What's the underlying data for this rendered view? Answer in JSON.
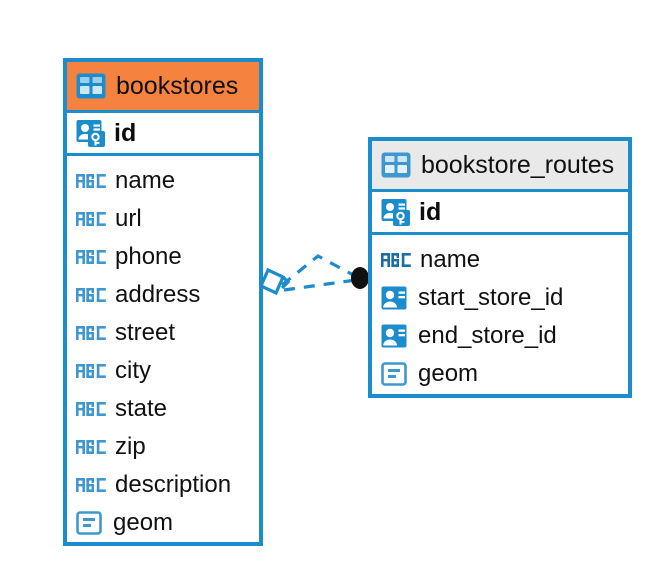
{
  "diagram": {
    "title": "bookstores / bookstore_routes entity relationship diagram",
    "background_color": "#ffffff",
    "accent_color": "#1b8ccc",
    "header_orange": "#f5833f",
    "header_grey": "#e9e9e9"
  },
  "entities": [
    {
      "id": "bookstores",
      "name": "bookstores",
      "header_style": "orange",
      "table_icon": "table-icon",
      "primary_key": {
        "name": "id",
        "icon": "primary-key-icon"
      },
      "fields": [
        {
          "name": "name",
          "icon": "abc-text-icon"
        },
        {
          "name": "url",
          "icon": "abc-text-icon"
        },
        {
          "name": "phone",
          "icon": "abc-text-icon"
        },
        {
          "name": "address",
          "icon": "abc-text-icon"
        },
        {
          "name": "street",
          "icon": "abc-text-icon"
        },
        {
          "name": "city",
          "icon": "abc-text-icon"
        },
        {
          "name": "state",
          "icon": "abc-text-icon"
        },
        {
          "name": "zip",
          "icon": "abc-text-icon"
        },
        {
          "name": "description",
          "icon": "abc-text-icon"
        },
        {
          "name": "geom",
          "icon": "geometry-icon"
        }
      ]
    },
    {
      "id": "bookstore_routes",
      "name": "bookstore_routes",
      "header_style": "grey",
      "table_icon": "table-icon",
      "primary_key": {
        "name": "id",
        "icon": "primary-key-icon"
      },
      "fields": [
        {
          "name": "name",
          "icon": "abc-text-icon"
        },
        {
          "name": "start_store_id",
          "icon": "foreign-key-icon"
        },
        {
          "name": "end_store_id",
          "icon": "foreign-key-icon"
        },
        {
          "name": "geom",
          "icon": "geometry-icon"
        }
      ]
    }
  ],
  "relationships": [
    {
      "id": "start-store-relation",
      "from_entity": "bookstores",
      "to_entity": "bookstore_routes",
      "to_field": "start_store_id",
      "line_style": "dashed",
      "color": "#1b8ccc",
      "source_marker": "diamond-marker",
      "target_marker": "filled-dot-marker"
    },
    {
      "id": "end-store-relation",
      "from_entity": "bookstores",
      "to_entity": "bookstore_routes",
      "to_field": "end_store_id",
      "line_style": "dashed",
      "color": "#1b8ccc",
      "source_marker": "diamond-marker",
      "target_marker": "filled-dot-marker"
    }
  ]
}
